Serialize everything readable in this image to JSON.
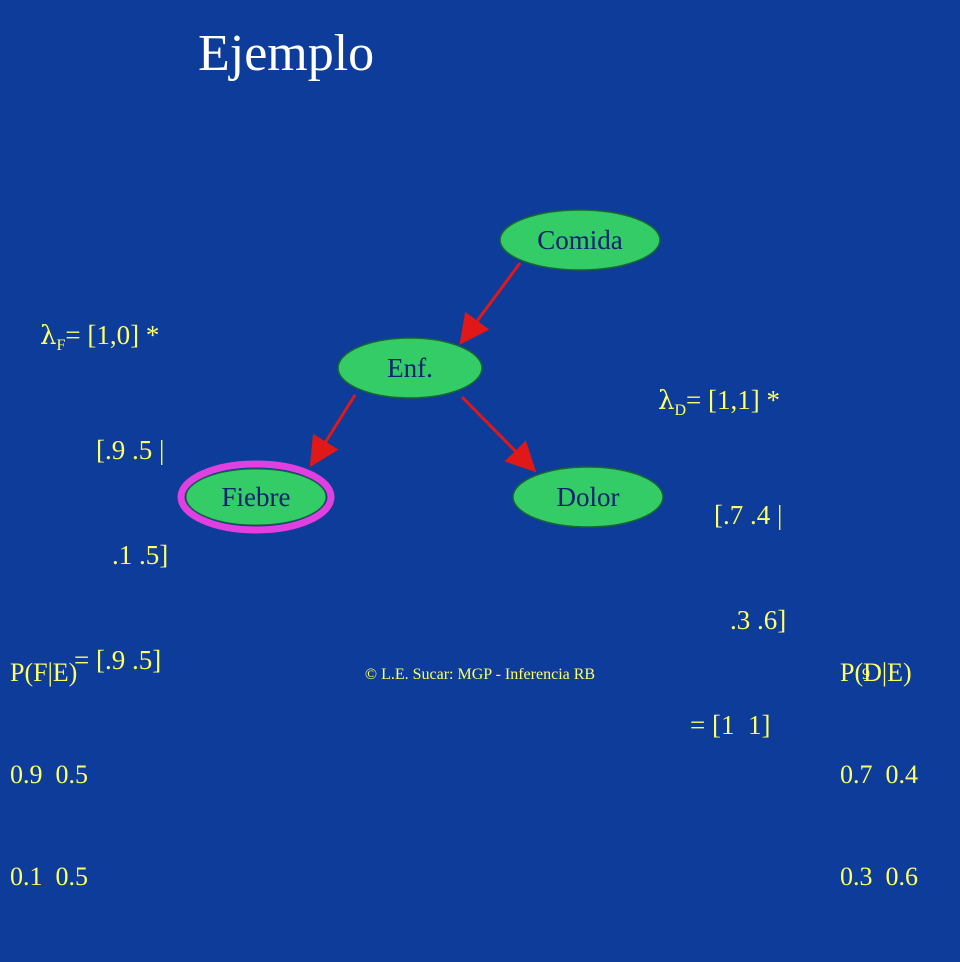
{
  "title": "Ejemplo",
  "nodes": {
    "comida": "Comida",
    "enf": "Enf.",
    "fiebre": "Fiebre",
    "dolor": "Dolor"
  },
  "lambda_f": {
    "symbol": "λ",
    "sub": "F",
    "line1_rest": "= [1,0] *",
    "line2": "[.9 .5 |",
    "line3": ".1 .5]",
    "line4": "= [.9 .5]"
  },
  "lambda_d": {
    "symbol": "λ",
    "sub": "D",
    "line1_rest": "= [1,1] *",
    "line2": "[.7 .4 |",
    "line3": ".3 .6]",
    "line4": "= [1  1]"
  },
  "table_fe": {
    "header": "P(F|E)",
    "row1": "0.9  0.5",
    "row2": "0.1  0.5"
  },
  "table_de": {
    "header": "P(D|E)",
    "row1": "0.7  0.4",
    "row2": "0.3  0.6"
  },
  "footer": "© L.E. Sucar: MGP - Inferencia RB",
  "page_number": "9",
  "colors": {
    "background": "#0e3c9a",
    "node_fill": "#33cc66",
    "arrow": "#e01818",
    "highlight": "#e040e0",
    "text_yellow": "#ffff66"
  }
}
